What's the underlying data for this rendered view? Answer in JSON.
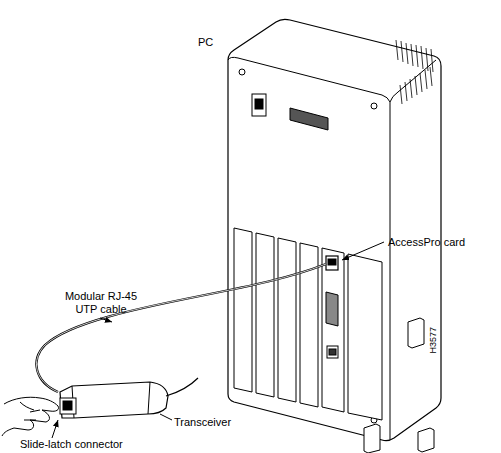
{
  "diagram": {
    "labels": [
      "PC",
      "AccessPro card",
      "Modular RJ-45 UTP cable",
      "H3577",
      "Transceiver",
      "Slide-latch connector"
    ]
  }
}
